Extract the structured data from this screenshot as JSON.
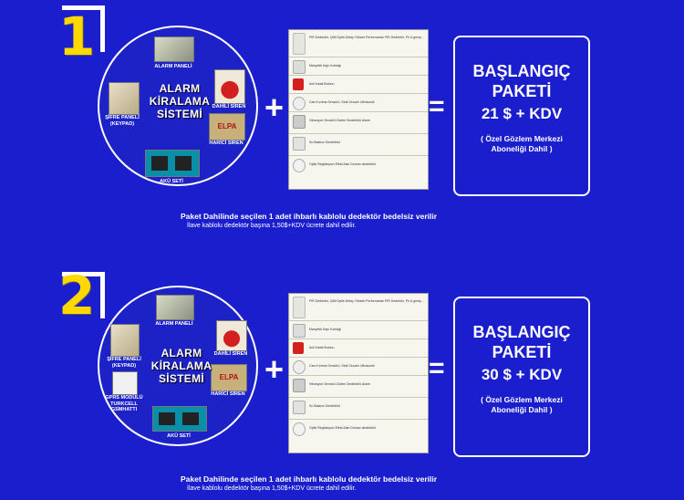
{
  "packages": [
    {
      "number": "1",
      "circle_title": [
        "ALARM",
        "KİRALAMA",
        "SİSTEMİ"
      ],
      "items": {
        "panel": "ALARM PANELİ",
        "keypad": "ŞİFRE PANELİ\n(KEYPAD)",
        "internal_siren": "DAHİLİ SİREN",
        "external_siren": "HARİCİ SİREN",
        "battery": "AKÜ SETİ",
        "siren_brand": "ELPA"
      },
      "detectors": [
        "PIR Dedektör, Çiftli Optik Detay Yüksek Performanslı PIR Dedektör, Pir & geniş...",
        "Manyetik Kapı Kontağı",
        "Acil Imdat Butonu",
        "Cam Kırılma Sensörü, Sesli Duvarlı Ultrasonik",
        "Vibrasyon Sensörü Darbe Dedektörü Alarm",
        "Su Baskını Dedektörü",
        "Optik Regülasyon Efekt Alan Duman dedektörü"
      ],
      "offer_title": [
        "BAŞLANGIÇ",
        "PAKETİ"
      ],
      "price": "21 $ + KDV",
      "offer_note": "( Özel Gözlem Merkezi\nAboneliği Dahil )",
      "footer_main": "Paket Dahilinde seçilen 1 adet ihbarlı kablolu dedektör bedelsiz verilir",
      "footer_sub": "İlave kablolu dedektör başına 1,50$+KDV ücrete dahil edilir."
    },
    {
      "number": "2",
      "circle_title": [
        "ALARM",
        "KİRALAMA",
        "SİSTEMİ"
      ],
      "items": {
        "panel": "ALARM PANELİ",
        "keypad": "ŞİFRE PANELİ\n(KEYPAD)",
        "internal_siren": "DAHİLİ SİREN",
        "external_siren": "HARİCİ SİREN",
        "battery": "AKÜ SETİ",
        "gprs": "GPRS MODÜLÜ\nTURKCELL\nGSMHATTI",
        "siren_brand": "ELPA"
      },
      "detectors": [
        "PIR Dedektör, Çiftli Optik Detay Yüksek Performanslı PIR Dedektör, Pir & geniş...",
        "Manyetik Kapı Kontağı",
        "Acil Imdat Butonu",
        "Cam Kırılma Sensörü, Sesli Duvarlı Ultrasonik",
        "Vibrasyon Sensörü Darbe Dedektörü Alarm",
        "Su Baskını Dedektörü",
        "Optik Regülasyon Efekt Alan Duman dedektörü"
      ],
      "offer_title": [
        "BAŞLANGIÇ",
        "PAKETİ"
      ],
      "price": "30 $ + KDV",
      "offer_note": "( Özel Gözlem Merkezi\nAboneliği Dahil )",
      "footer_main": "Paket Dahilinde seçilen 1 adet ihbarlı kablolu dedektör bedelsiz verilir",
      "footer_sub": "İlave kablolu dedektör başına 1,50$+KDV ücrete dahil edilir."
    }
  ],
  "colors": {
    "background": "#1a1ecd",
    "number": "#ffd800",
    "list_bg": "#f6f6ee"
  }
}
